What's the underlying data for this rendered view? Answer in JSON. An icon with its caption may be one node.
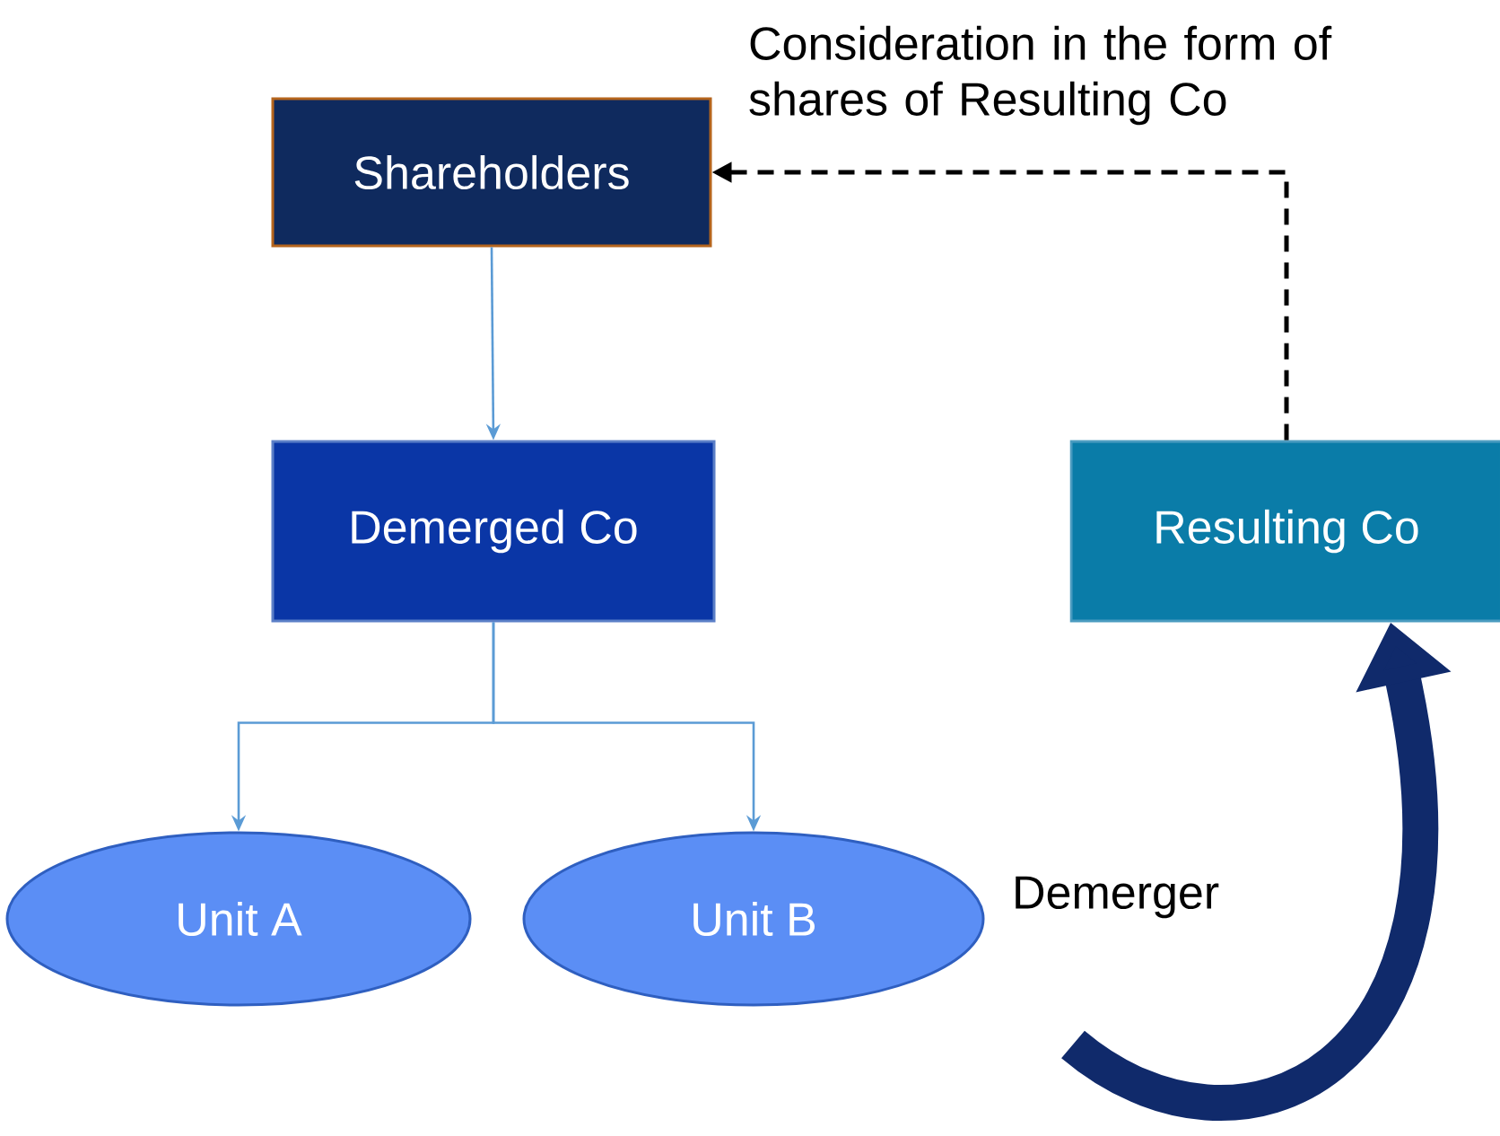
{
  "diagram": {
    "nodes": [
      {
        "text": [
          "Shareholders"
        ]
      },
      {
        "text": [
          "Demerged Co"
        ]
      },
      {
        "text": [
          "Resulting Co"
        ]
      },
      {
        "text": [
          "Unit A"
        ]
      },
      {
        "text": [
          "Unit B"
        ]
      }
    ],
    "edges": [
      {
        "from": 0,
        "to": 1,
        "arrow": "to"
      },
      {
        "from": 1,
        "to": 3,
        "arrow": "to"
      },
      {
        "from": 1,
        "to": 4,
        "arrow": "to"
      },
      {
        "from": 2,
        "to": 0,
        "arrow": "to",
        "style": "dashed",
        "color": "#000000",
        "label": "Consideration in the form of shares of Resulting Co"
      },
      {
        "from": null,
        "to": 2,
        "arrow": "to",
        "style": "thick",
        "color": "#102a6b",
        "label": "Demerger"
      }
    ]
  }
}
